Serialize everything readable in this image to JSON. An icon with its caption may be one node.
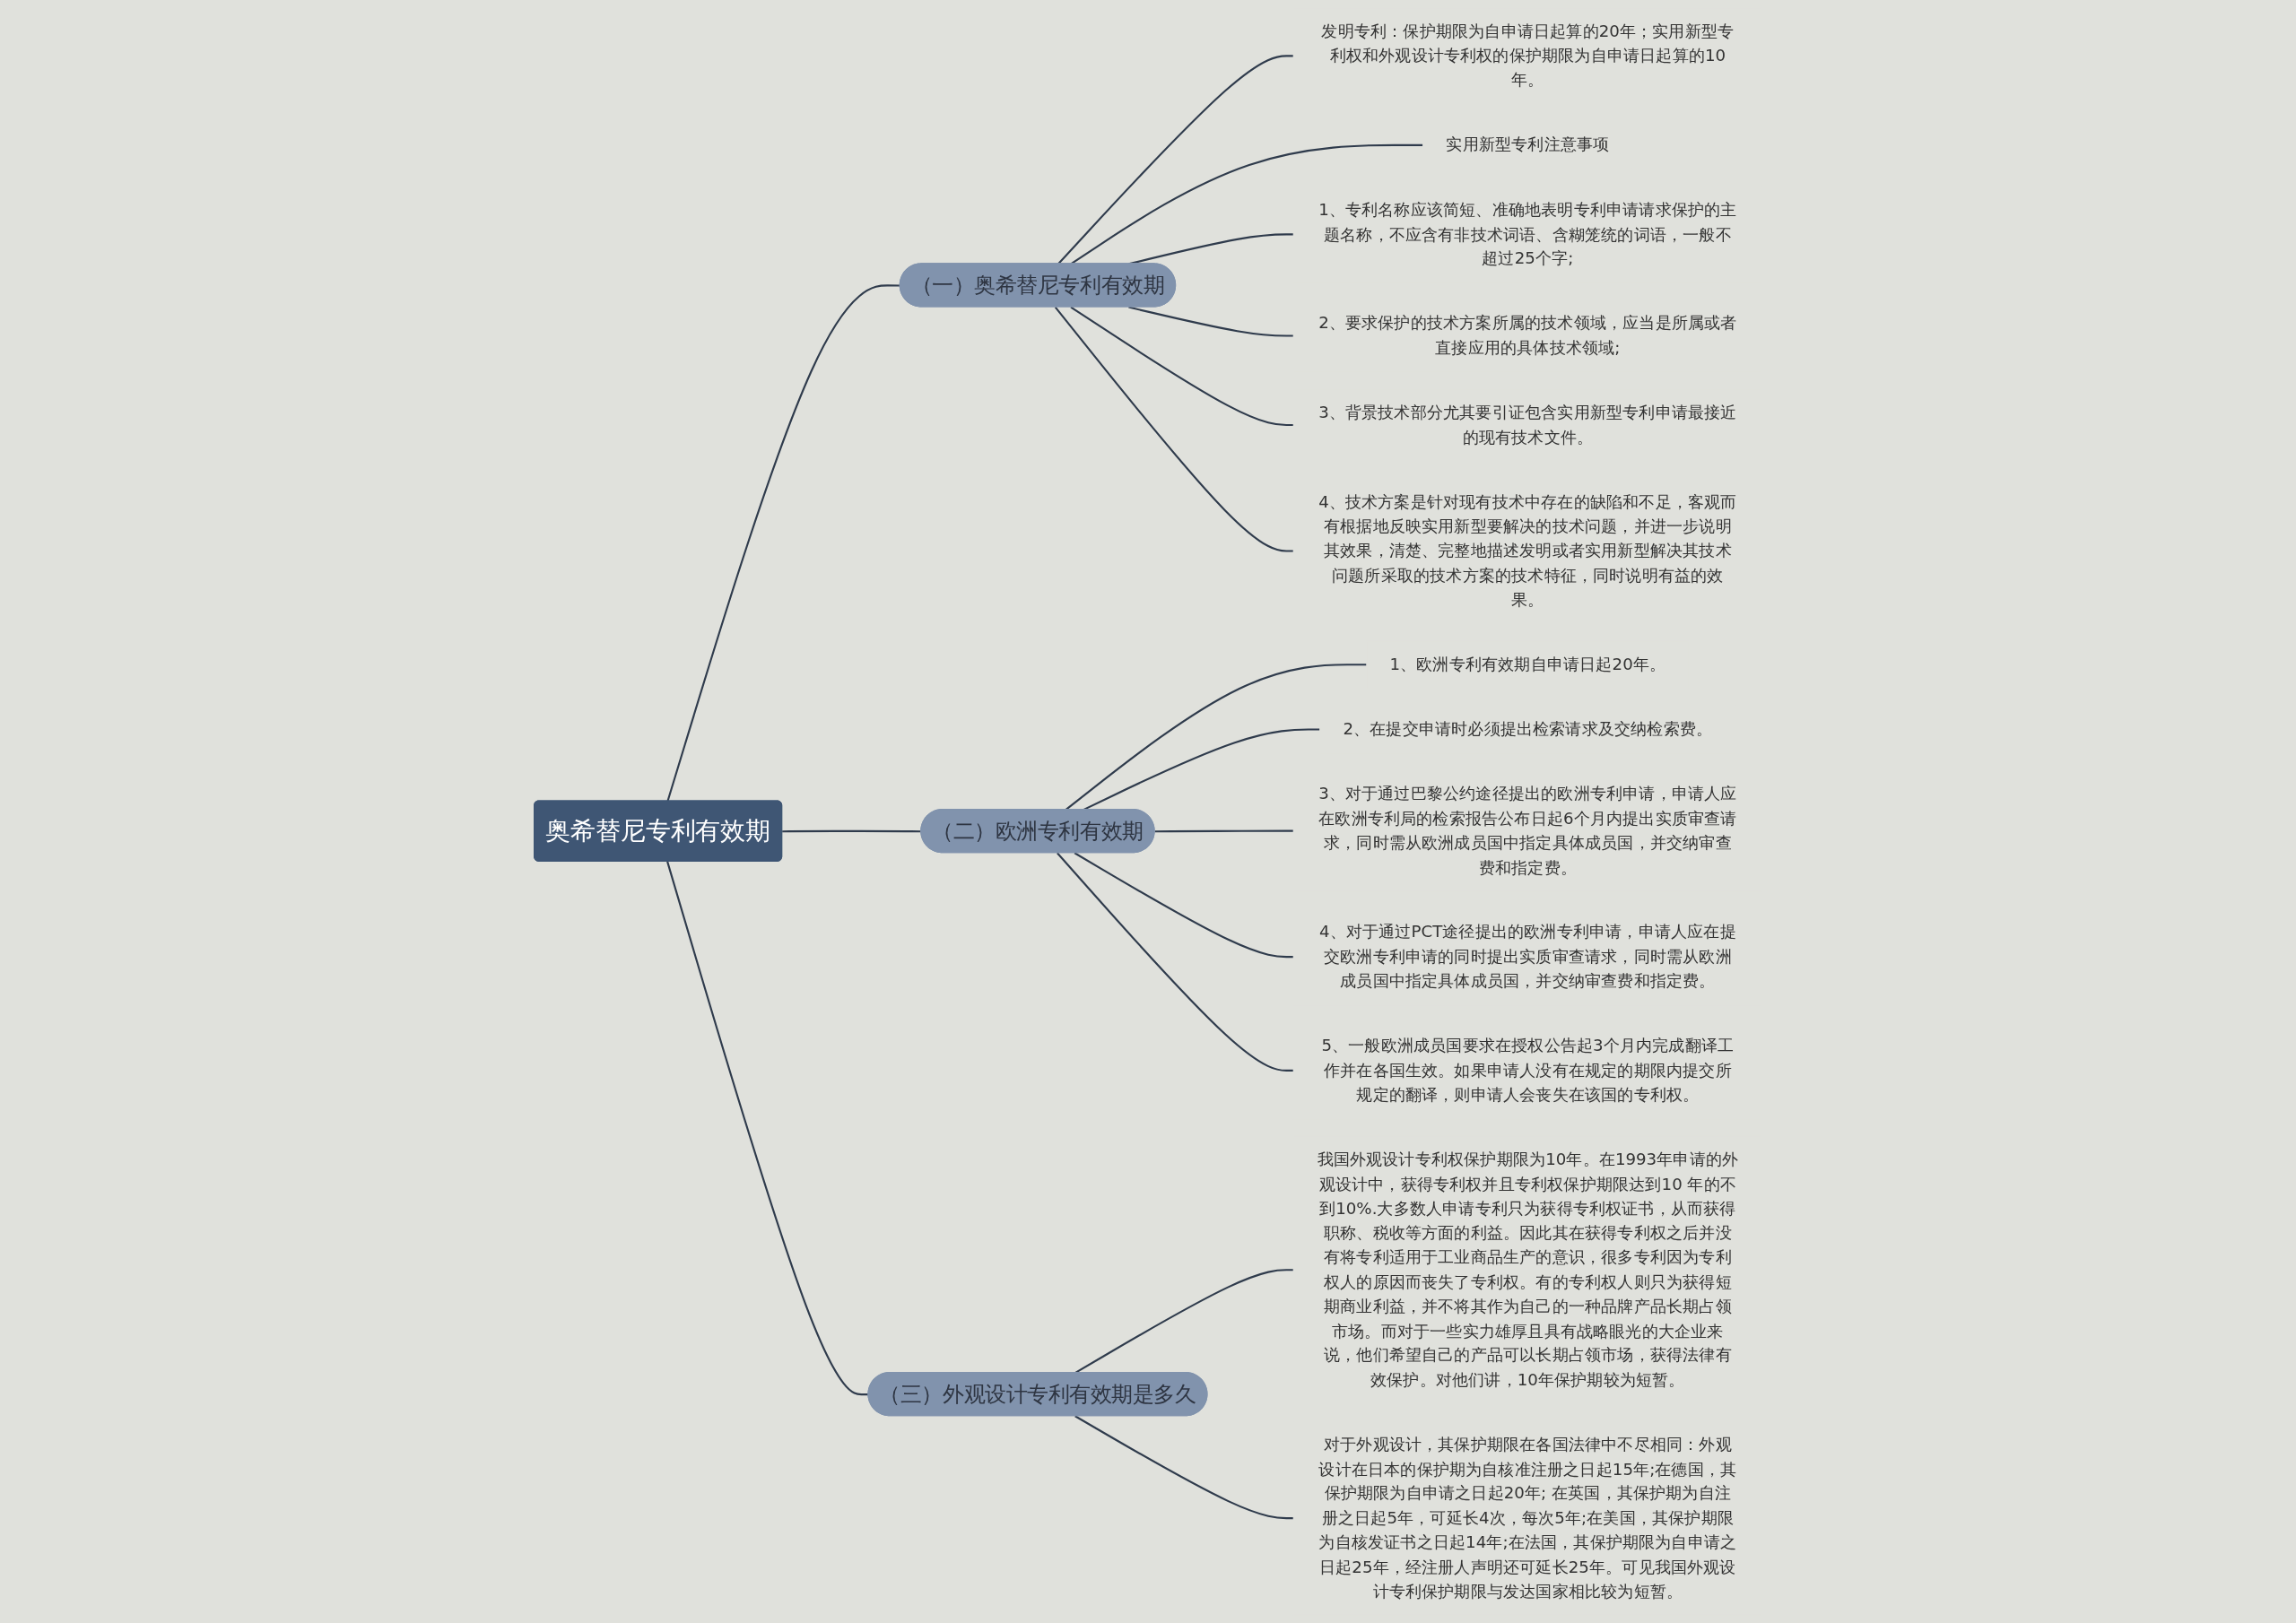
{
  "diagram": {
    "nodes": [
      {
        "text": [
          "奥希替尼专利有效期"
        ]
      },
      {
        "text": [
          "（一）奥希替尼专利有效期"
        ]
      },
      {
        "text": [
          "发明专利：保护期限为自申请日起算的20年；实用新型专利权和外观设计专利权的保护期限为自申请日起算的10年。"
        ]
      },
      {
        "text": [
          "实用新型专利注意事项"
        ]
      },
      {
        "text": [
          "1、专利名称应该简短、准确地表明专利申请请求保护的主题名称，不应含有非技术词语、含糊笼统的词语，一般不超过25个字;"
        ]
      },
      {
        "text": [
          "2、要求保护的技术方案所属的技术领域，应当是所属或者直接应用的具体技术领域;"
        ]
      },
      {
        "text": [
          "3、背景技术部分尤其要引证包含实用新型专利申请最接近的现有技术文件。"
        ]
      },
      {
        "text": [
          "4、技术方案是针对现有技术中存在的缺陷和不足，客观而有根据地反映实用新型要解决的技术问题，并进一步说明其效果，清楚、完整地描述发明或者实用新型解决其技术问题所采取的技术方案的技术特征，同时说明有益的效果。"
        ]
      },
      {
        "text": [
          "（二）欧洲专利有效期"
        ]
      },
      {
        "text": [
          "1、欧洲专利有效期自申请日起20年。"
        ]
      },
      {
        "text": [
          "2、在提交申请时必须提出检索请求及交纳检索费。"
        ]
      },
      {
        "text": [
          "3、对于通过巴黎公约途径提出的欧洲专利申请，申请人应在欧洲专利局的检索报告公布日起6个月内提出实质审查请求，同时需从欧洲成员国中指定具体成员国，并交纳审查费和指定费。"
        ]
      },
      {
        "text": [
          "4、对于通过PCT途径提出的欧洲专利申请，申请人应在提交欧洲专利申请的同时提出实质审查请求，同时需从欧洲成员国中指定具体成员国，并交纳审查费和指定费。"
        ]
      },
      {
        "text": [
          "5、一般欧洲成员国要求在授权公告起3个月内完成翻译工作并在各国生效。如果申请人没有在规定的期限内提交所规定的翻译，则申请人会丧失在该国的专利权。"
        ]
      },
      {
        "text": [
          "（三）外观设计专利有效期是多久"
        ]
      },
      {
        "text": [
          "我国外观设计专利权保护期限为10年。在1993年申请的外观设计中，获得专利权并且专利权保护期限达到10 年的不到10%.大多数人申请专利只为获得专利权证书，从而获得职称、税收等方面的利益。因此其在获得专利权之后并没有将专利适用于工业商品生产的意识，很多专利因为专利权人的原因而丧失了专利权。有的专利权人则只为获得短期商业利益，并不将其作为自己的一种品牌产品长期占领市场。而对于一些实力雄厚且具有战略眼光的大企业来说，他们希望自己的产品可以长期占领市场，获得法律有效保护。对他们讲，10年保护期较为短暂。"
        ]
      },
      {
        "text": [
          "对于外观设计，其保护期限在各国法律中不尽相同：外观设计在日本的保护期为自核准注册之日起15年;在德国，其保护期限为自申请之日起20年; 在英国，其保护期为自注册之日起5年，可延长4次，每次5年;在美国，其保护期限为自核发证书之日起14年;在法国，其保护期限为自申请之日起25年，经注册人声明还可延长25年。可见我国外观设计专利保护期限与发达国家相比较为短暂。"
        ]
      }
    ],
    "edges": [
      {
        "from": 0,
        "to": 1,
        "arrow": "none"
      },
      {
        "from": 1,
        "to": 2,
        "arrow": "none"
      },
      {
        "from": 1,
        "to": 3,
        "arrow": "none"
      },
      {
        "from": 1,
        "to": 4,
        "arrow": "none"
      },
      {
        "from": 1,
        "to": 5,
        "arrow": "none"
      },
      {
        "from": 1,
        "to": 6,
        "arrow": "none"
      },
      {
        "from": 1,
        "to": 7,
        "arrow": "none"
      },
      {
        "from": 0,
        "to": 8,
        "arrow": "none"
      },
      {
        "from": 8,
        "to": 9,
        "arrow": "none"
      },
      {
        "from": 8,
        "to": 10,
        "arrow": "none"
      },
      {
        "from": 8,
        "to": 11,
        "arrow": "none"
      },
      {
        "from": 8,
        "to": 12,
        "arrow": "none"
      },
      {
        "from": 8,
        "to": 13,
        "arrow": "none"
      },
      {
        "from": 0,
        "to": 14,
        "arrow": "none"
      },
      {
        "from": 14,
        "to": 15,
        "arrow": "none"
      },
      {
        "from": 14,
        "to": 16,
        "arrow": "none"
      }
    ]
  }
}
